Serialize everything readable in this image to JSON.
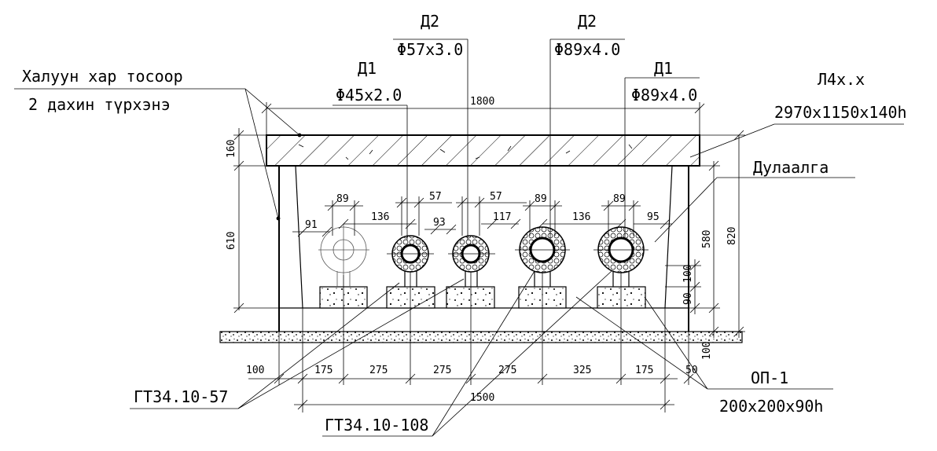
{
  "labels": {
    "coating_line1": "Халуун хар тосоор",
    "coating_line2": "2 дахин түрхэнэ",
    "slab_name": "Л4х.х",
    "slab_size": "2970x1150x140h",
    "insulation": "Дулаалга",
    "support_name": "ОП-1",
    "support_size": "200x200x90h",
    "gt57": "ГТ34.10-57",
    "gt108": "ГТ34.10-108"
  },
  "pipes": [
    {
      "line": "Д1",
      "spec": "Φ45x2.0"
    },
    {
      "line": "Д2",
      "spec": "Φ57x3.0"
    },
    {
      "line": "Д2",
      "spec": "Φ89x4.0"
    },
    {
      "line": "Д1",
      "spec": "Φ89x4.0"
    }
  ],
  "dimensions": {
    "top_width": "1800",
    "slab_thickness": "160",
    "wall_height": "610",
    "right_580": "580",
    "right_820": "820",
    "right_100a": "100",
    "right_90": "90",
    "right_100b": "100",
    "d89a": "89",
    "d136a": "136",
    "d91": "91",
    "d57a": "57",
    "d57b": "57",
    "d93": "93",
    "d117": "117",
    "d89b": "89",
    "d136b": "136",
    "d89c": "89",
    "d95": "95",
    "b100": "100",
    "b175a": "175",
    "b275a": "275",
    "b275b": "275",
    "b275c": "275",
    "b325": "325",
    "b175b": "175",
    "b50": "50",
    "b1500": "1500"
  }
}
